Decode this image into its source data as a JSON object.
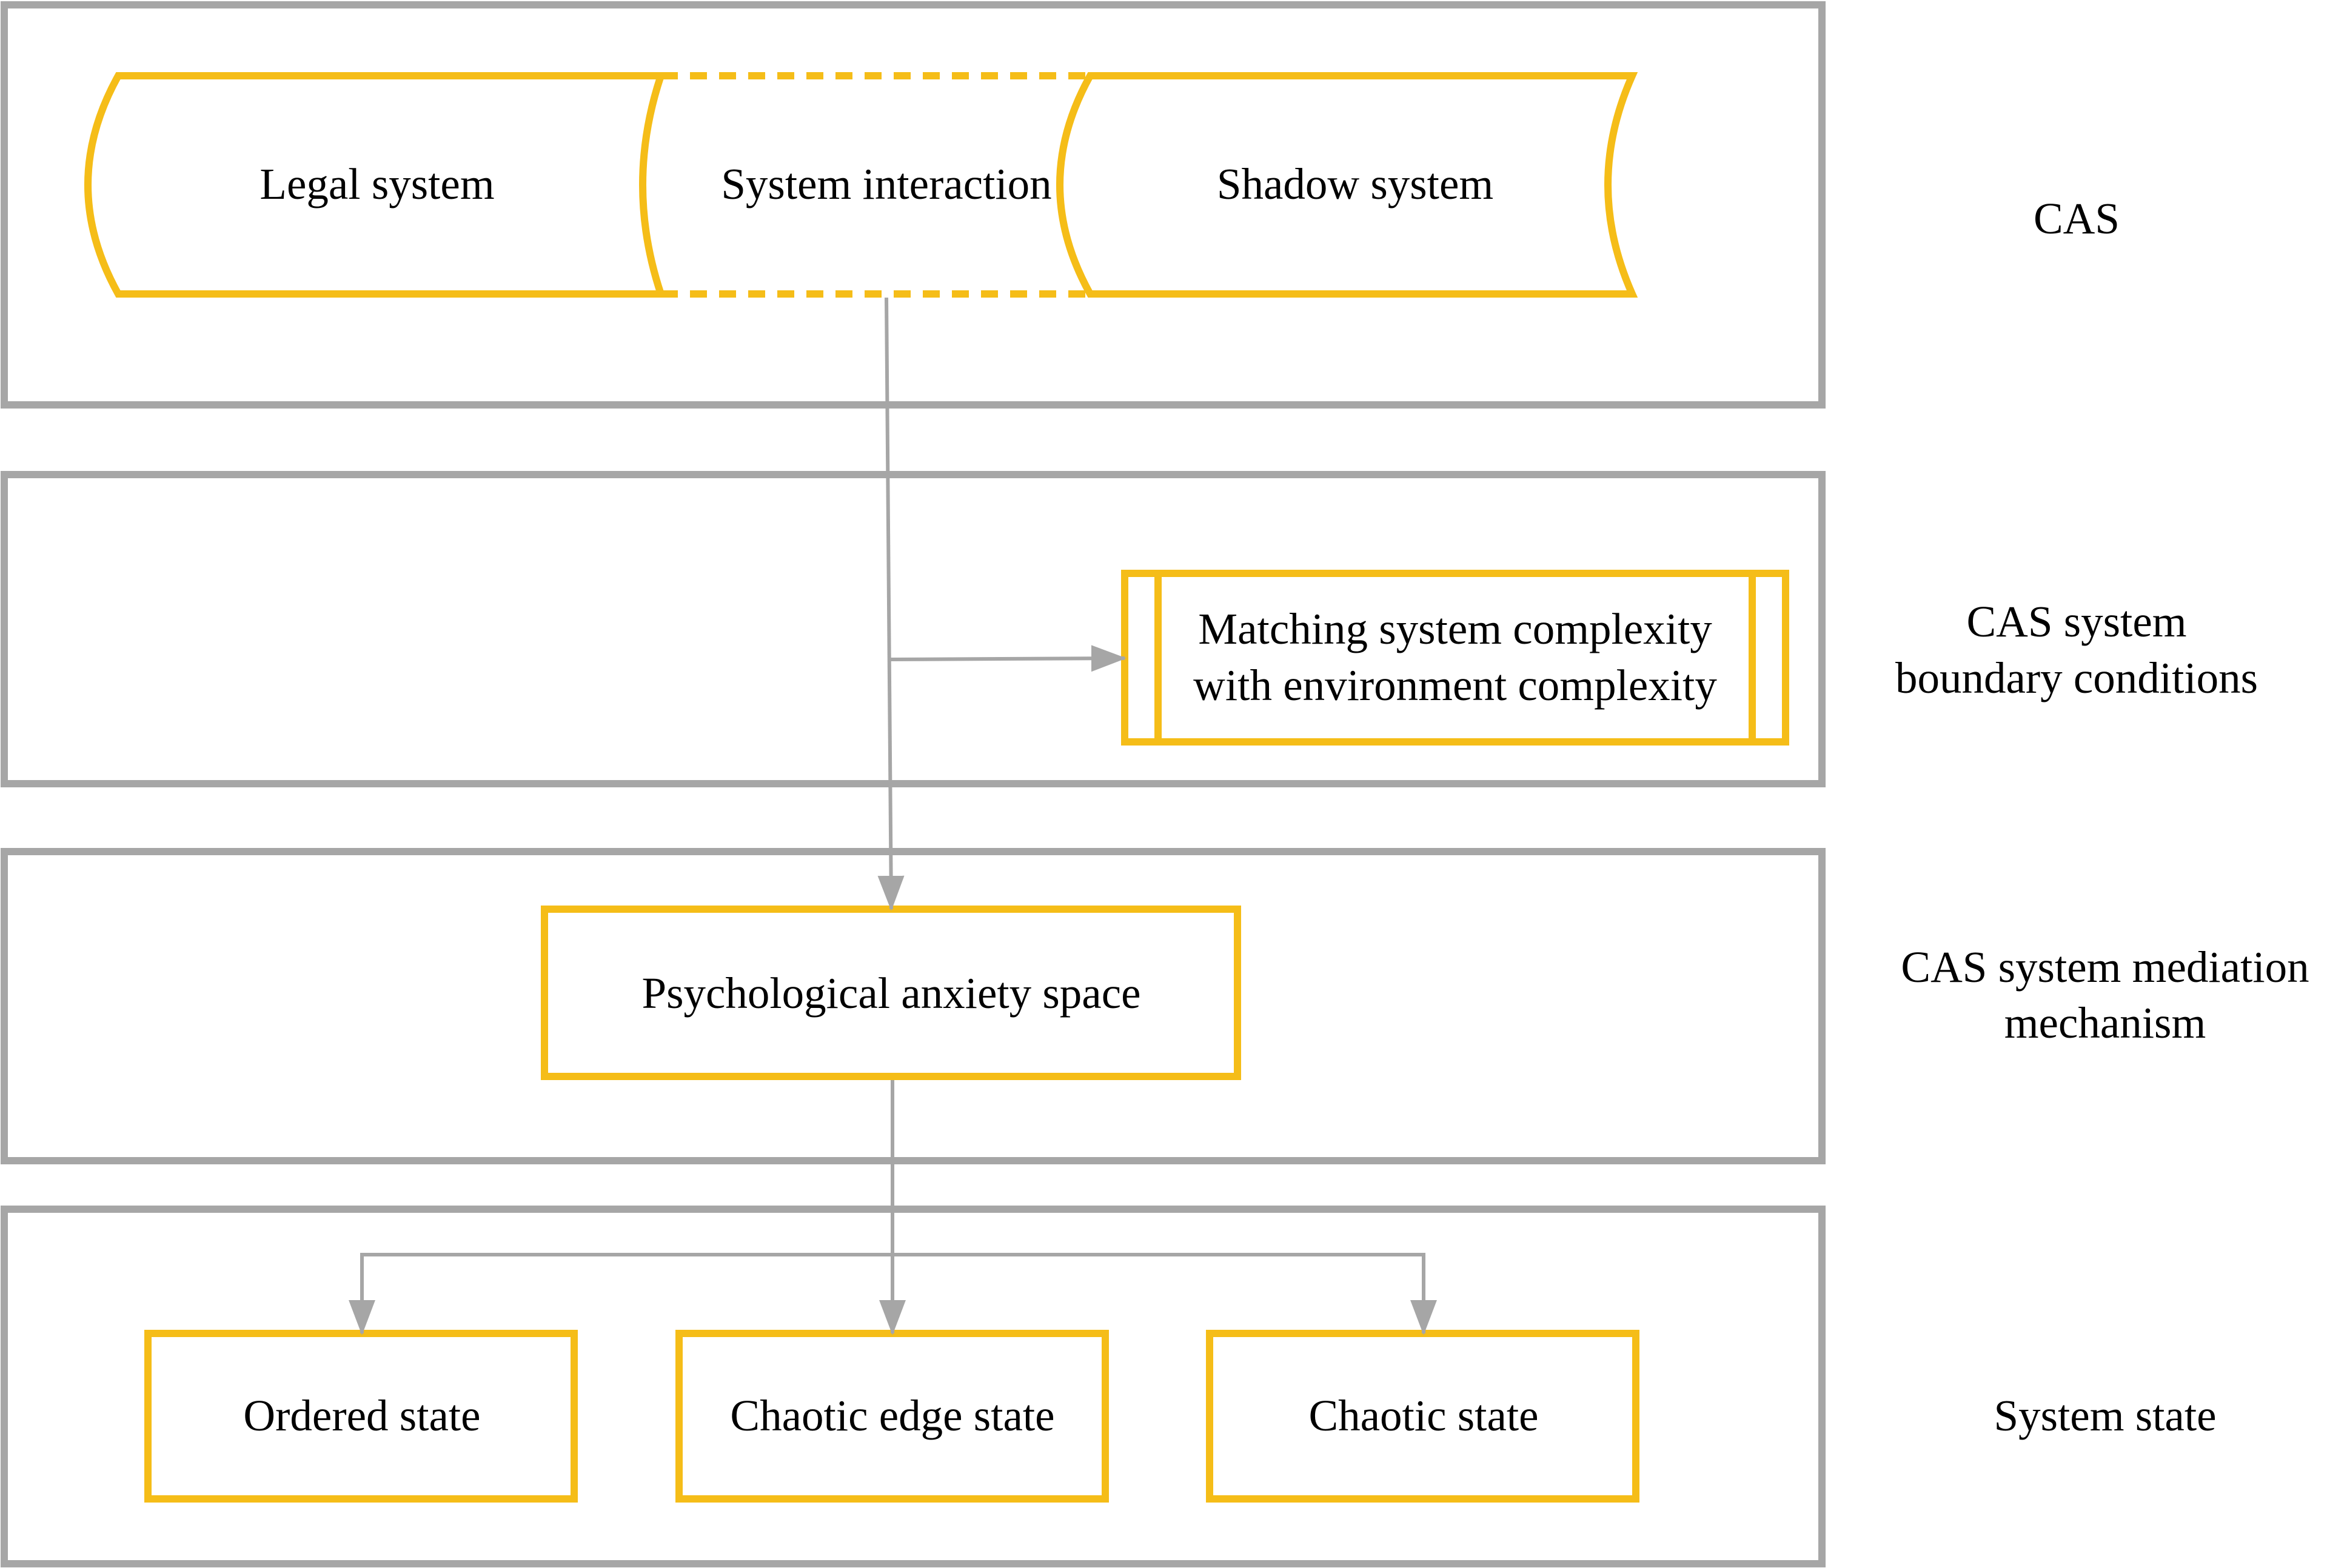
{
  "colors": {
    "panel_border": "#a6a6a6",
    "node_border": "#f5bd18",
    "connector": "#a6a6a6",
    "text": "#000000",
    "background": "#ffffff"
  },
  "layers": [
    {
      "id": "cas",
      "label_lines": [
        "CAS"
      ]
    },
    {
      "id": "boundary",
      "label_lines": [
        "CAS system",
        "boundary conditions"
      ]
    },
    {
      "id": "mediation",
      "label_lines": [
        "CAS system mediation",
        "mechanism"
      ]
    },
    {
      "id": "state",
      "label_lines": [
        "System state"
      ]
    }
  ],
  "nodes": {
    "legal_system": "Legal system",
    "system_interaction": "System interaction",
    "shadow_system": "Shadow system",
    "matching_complexity": [
      "Matching system complexity",
      "with environment complexity"
    ],
    "psychological_anxiety": "Psychological anxiety space",
    "ordered_state": "Ordered state",
    "chaotic_edge_state": "Chaotic edge state",
    "chaotic_state": "Chaotic state"
  },
  "edges": [
    {
      "from": "system_interaction",
      "to": "matching_complexity"
    },
    {
      "from": "system_interaction",
      "to": "psychological_anxiety"
    },
    {
      "from": "psychological_anxiety",
      "to": "ordered_state"
    },
    {
      "from": "psychological_anxiety",
      "to": "chaotic_edge_state"
    },
    {
      "from": "psychological_anxiety",
      "to": "chaotic_state"
    }
  ]
}
